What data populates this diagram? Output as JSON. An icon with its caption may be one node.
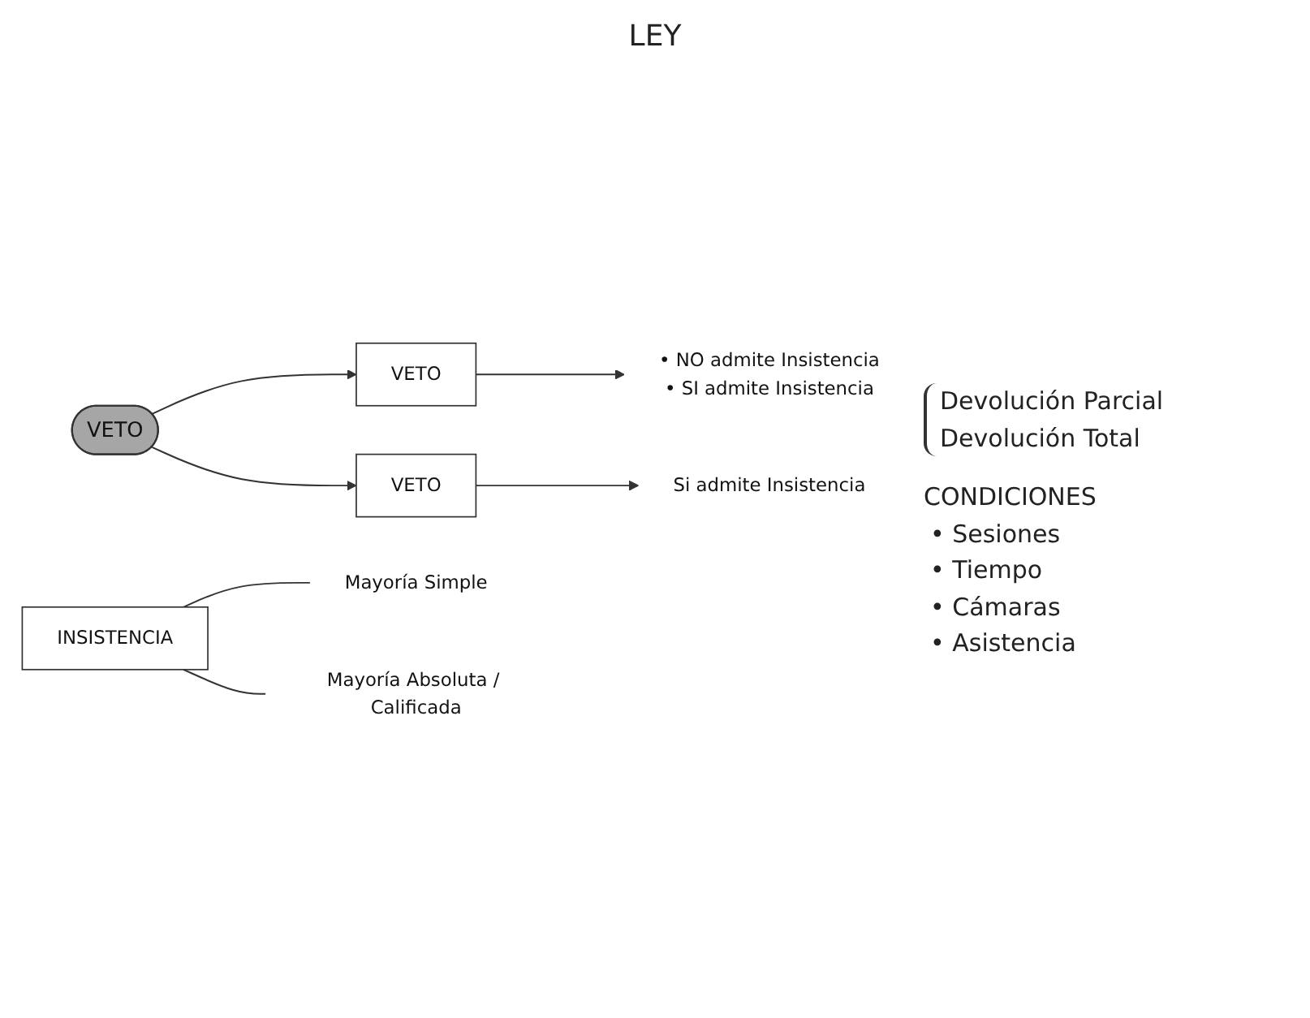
{
  "diagram": {
    "title": "LEY",
    "nodes": [
      {
        "text": [
          "VETO"
        ]
      },
      {
        "text": [
          "VETO"
        ]
      },
      {
        "text": [
          "VETO"
        ]
      },
      {
        "text": [
          "• NO admite Insistencia",
          "• SI admite Insistencia"
        ]
      },
      {
        "text": [
          "Si admite Insistencia"
        ]
      },
      {
        "text": [
          "INSISTENCIA"
        ]
      },
      {
        "text": [
          "Mayoría Simple"
        ]
      },
      {
        "text": [
          "Mayoría Absoluta / Calificada"
        ]
      }
    ],
    "edges": [
      {
        "from": 0,
        "to": 1,
        "arrow": "to"
      },
      {
        "from": 0,
        "to": 2,
        "arrow": "to"
      },
      {
        "from": 1,
        "to": 3,
        "arrow": "to"
      },
      {
        "from": 2,
        "to": 4,
        "arrow": "to"
      },
      {
        "from": 5,
        "to": 6,
        "arrow": "none"
      },
      {
        "from": 5,
        "to": 7,
        "arrow": "none"
      }
    ],
    "labels": [
      "Devolución Parcial",
      "Devolución Total",
      "CONDICIONES",
      "• Sesiones",
      "• Tiempo",
      "• Cámaras",
      "• Asistencia"
    ]
  }
}
